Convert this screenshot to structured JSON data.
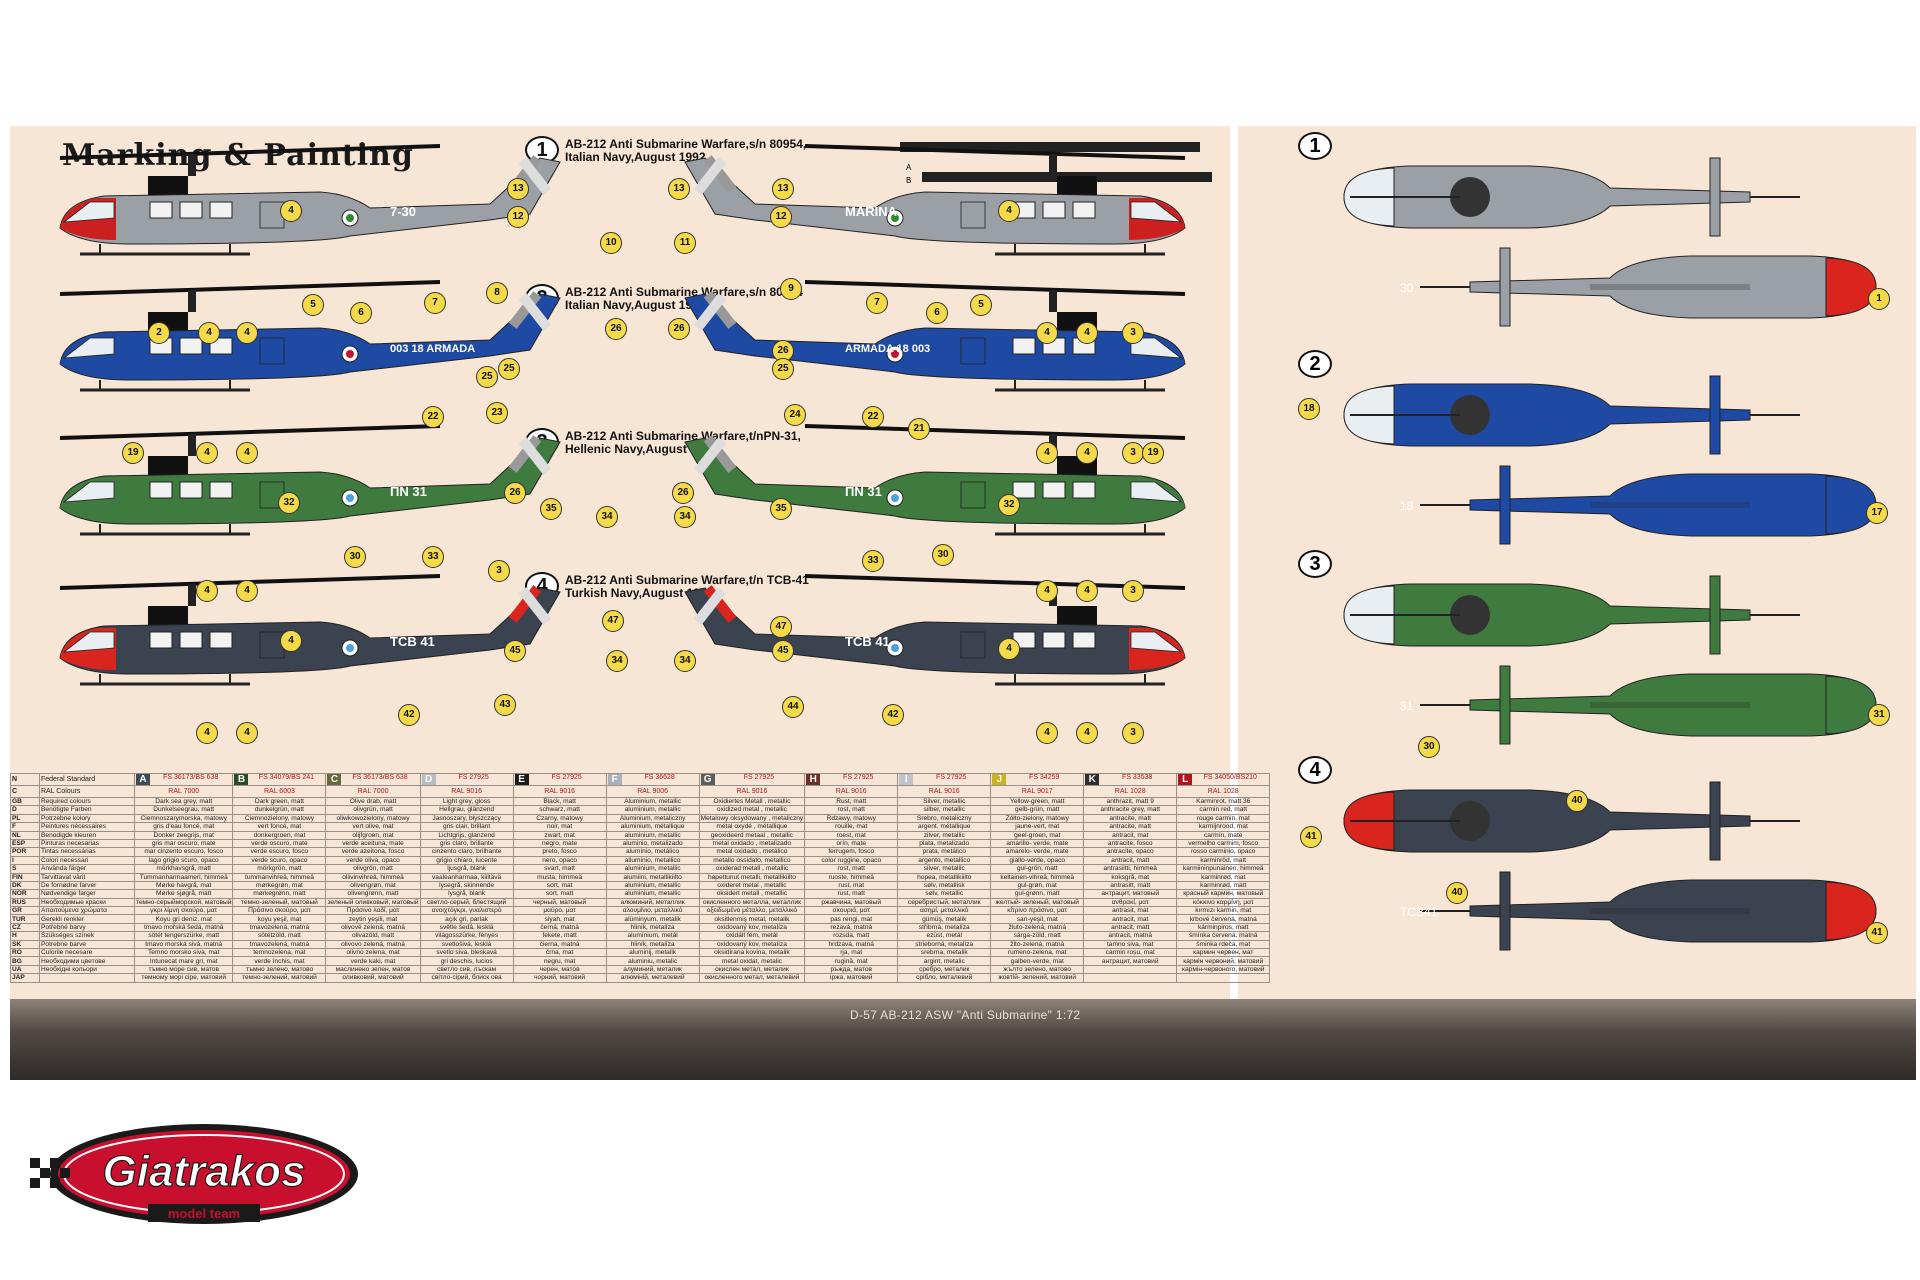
{
  "title": "Marking & Painting",
  "variants": [
    {
      "num": "1",
      "line1": "AB-212 Anti Submarine Warfare,s/n 80954,",
      "line2": "Italian Navy,August 1992",
      "color": "#9aa0a6",
      "nose": "#cc1f1f",
      "code": "7-30",
      "word": "MARINA"
    },
    {
      "num": "2",
      "line1": "AB-212 Anti Submarine Warfare,s/n 80954",
      "line2": "Italian Navy,August 1992",
      "color": "#1e4aa4",
      "nose": "#1e4aa4",
      "code": "003 18 ARMADA",
      "word": "ARMADA 18 003"
    },
    {
      "num": "3",
      "line1": "AB-212 Anti Submarine Warfare,t/nPN-31,",
      "line2": "Hellenic Navy,August 1992",
      "color": "#3f7a3e",
      "nose": "#3f7a3e",
      "code": "ΠN 31",
      "word": "ΠN 31"
    },
    {
      "num": "4",
      "line1": "AB-212 Anti Submarine Warfare,t/n TCB-41",
      "line2": "Turkish Navy,August 1992",
      "color": "#3b4350",
      "nose": "#d9251d",
      "code": "TCB 41",
      "word": "TCB 41"
    }
  ],
  "plan_numbers": [
    "1",
    "2",
    "3",
    "4"
  ],
  "plan_codes": [
    "30",
    "18",
    "31",
    "TCB41"
  ],
  "markers": {
    "v1_left": [
      "4",
      "13",
      "12",
      "10",
      "5",
      "6",
      "7",
      "8",
      "2",
      "4",
      "4"
    ],
    "v1_right": [
      "13",
      "13",
      "12",
      "11",
      "4",
      "9",
      "7",
      "6",
      "5",
      "4",
      "4",
      "3"
    ],
    "v2_left": [
      "26",
      "25",
      "25",
      "22",
      "23",
      "19",
      "4",
      "4"
    ],
    "v2_right": [
      "26",
      "26",
      "25",
      "24",
      "22",
      "21",
      "4",
      "4",
      "3",
      "19"
    ],
    "v3_left": [
      "32",
      "26",
      "35",
      "34",
      "30",
      "33",
      "3",
      "4",
      "4"
    ],
    "v3_right": [
      "32",
      "26",
      "35",
      "34",
      "33",
      "30",
      "4",
      "4",
      "3"
    ],
    "v4_left": [
      "4",
      "47",
      "45",
      "34",
      "42",
      "43",
      "4",
      "4"
    ],
    "v4_right": [
      "4",
      "47",
      "45",
      "34",
      "44",
      "42",
      "4",
      "4",
      "3"
    ],
    "plan": [
      "1",
      "18",
      "17",
      "31",
      "30",
      "40",
      "41",
      "40",
      "41"
    ]
  },
  "footer_caption": "D-57 AB-212 ASW \"Anti Submarine\" 1:72",
  "logo": {
    "brand": "Giatrakos",
    "sub": "model team"
  },
  "colour_table": {
    "letters": [
      {
        "l": "A",
        "bg": "#3f4a57",
        "fs": "FS 36173/BS 638",
        "ral": "RAL 7000"
      },
      {
        "l": "B",
        "bg": "#2a4b2b",
        "fs": "FS 34079/BS 241",
        "ral": "RAL 6003"
      },
      {
        "l": "C",
        "bg": "#67683b",
        "fs": "FS 36173/BS 638",
        "ral": "RAL 7000"
      },
      {
        "l": "D",
        "bg": "#b7bcc2",
        "fs": "FS 27925",
        "ral": "RAL 9016"
      },
      {
        "l": "E",
        "bg": "#1a1a1a",
        "fs": "FS 27925",
        "ral": "RAL 9016"
      },
      {
        "l": "F",
        "bg": "#a9b0b6",
        "fs": "FS 36628",
        "ral": "RAL 9006"
      },
      {
        "l": "G",
        "bg": "#5a5c5e",
        "fs": "FS 27925",
        "ral": "RAL 9016"
      },
      {
        "l": "H",
        "bg": "#6b2f2a",
        "fs": "FS 27925",
        "ral": "RAL 9016"
      },
      {
        "l": "I",
        "bg": "#c0c4c8",
        "fs": "FS 27925",
        "ral": "RAL 9016"
      },
      {
        "l": "J",
        "bg": "#c9b324",
        "fs": "FS 34259",
        "ral": "RAL 9017"
      },
      {
        "l": "K",
        "bg": "#2d2d2d",
        "fs": "FS 33538",
        "ral": "RAL 1028"
      },
      {
        "l": "L",
        "bg": "#b3141c",
        "fs": "FS 34050/BS210",
        "ral": "RAL 1028"
      }
    ],
    "header_lang": [
      "N",
      "C"
    ],
    "header_req": [
      "Federal Standard",
      "RAL Colours"
    ],
    "rows": [
      [
        "GB",
        "Required colours",
        "Dark sea grey, matt",
        "Dark green, matt",
        "Olive drab, matt",
        "Light grey, gloss",
        "Black, matt",
        "Aluminium, metallic",
        "Oxidiertes Metall , metallic",
        "Rust, matt",
        "Silver, metallic",
        "Yellow-green, matt",
        "anthrazit, matt 9",
        "Karminrot, matt 36"
      ],
      [
        "D",
        "Benötigte Farben",
        "Dunkelseegrau, matt",
        "dunkelgrün, matt",
        "olivgrün, matt",
        "Hellgrau, glänzend",
        "schwarz, matt",
        "aluminium, metallic",
        "oxidized metal , metallic",
        "rost, matt",
        "silber, metallic",
        "gelb-grün, matt",
        "anthracite grey, matt",
        "carmin red, matt"
      ],
      [
        "PL",
        "Potrzebne kolory",
        "Ciemnoszarymorska, matowy",
        "Ciemnozielony, matowy",
        "oliwkowozielony, matowy",
        "Jasnoszary, błyszczący",
        "Czarny, matowy",
        "Aluminium, metaliczny",
        "Metalowy oksydowany , metaliczny",
        "Rdzawy, matowy",
        "Srebro, metaliczny",
        "Żółto-zielony, matowy",
        "antracite, matt",
        "rouge carmin, mat"
      ],
      [
        "F",
        "Peintures nécessaires",
        "gris d'eau foncé, mat",
        "vert foncé, mat",
        "vert olive, mat",
        "gris clair, brillant",
        "noir, mat",
        "aluminium, métallique",
        "métal oxydé , métallique",
        "rouille, mat",
        "argent, métallique",
        "jaune-vert, mat",
        "antracite, matt",
        "karmijnrood, mat"
      ],
      [
        "NL",
        "Benodigde kleuren",
        "Donker zeegrijs, mat",
        "donkergroen, mat",
        "olijfgroen, mat",
        "Lichtgrijs, glanzend",
        "zwart, mat",
        "aluminium, metallic",
        "geoxideerd metaal , metallic",
        "roest, mat",
        "zilver, metallic",
        "geel-groen, mat",
        "antracit, mat",
        "carmín, mate"
      ],
      [
        "ESP",
        "Pinturas necesarias",
        "gris mar oscuro, mate",
        "verde oscuro, mate",
        "verde aceituna, mate",
        "gris claro, brillante",
        "negro, mate",
        "aluminio, metalizado",
        "metal oxidado , metalizado",
        "orín, mate",
        "plata, metalizado",
        "amarillo- verde, mate",
        "antracite, fosco",
        "vermelho carmim, fosco"
      ],
      [
        "POR",
        "Tintas necessárias",
        "mar cinzento escuro, fosco",
        "verde escuro, fosco",
        "verde azeitona, fosco",
        "cinzento claro, brilhante",
        "preto, fosco",
        "alumínio, metálico",
        "metal oxidado , metálico",
        "ferrugem, fosco",
        "prata, metálico",
        "amarelo- verde, mate",
        "antracite, opaco",
        "rosso carminio, opaco"
      ],
      [
        "I",
        "Colori necessari",
        "lago grigio scuro, opaco",
        "verde scuro, opaco",
        "verde oliva, opaco",
        "grigio chiaro, lucente",
        "nero, opaco",
        "alluminio, metallico",
        "metallo ossidato, metallico",
        "color ruggine, opaco",
        "argento, metallico",
        "giallo-verde, opaco",
        "antracit, matt",
        "karminröd, matt"
      ],
      [
        "S",
        "Använda färger",
        "mörkhavsgrå, matt",
        "mörkgrön, matt",
        "olivgrön, matt",
        "ljusgrå, blank",
        "svart, matt",
        "aluminium, metallic",
        "oxiderad metall , metallic",
        "rost, matt",
        "silver, metallic",
        "gul-grön, matt",
        "antrasiitti, himmeä",
        "karmiininpunainen, himmeä"
      ],
      [
        "FIN",
        "Tarvittavat värit",
        "Tummanharmaameri, himmeä",
        "tummanvihreä, himmeä",
        "oliivinvihreä, himmeä",
        "vaaleanharmaa, kiiltävä",
        "musta, himmeä",
        "alumiini, metallikiilto",
        "hapettunut metalli, metallikiilto",
        "ruoste, himmeä",
        "hopea, metallikiilto",
        "keltainen-vihreä, himmeä",
        "koksgrå, mat",
        "karminrød, mat"
      ],
      [
        "DK",
        "De fornødne farver",
        "Mørke havgrå, mat",
        "mørkegrøn, mat",
        "olivengrøn, mat",
        "lysegrå, skinnende",
        "sort, mat",
        "aluminium, metallic",
        "oxideret metal , metallic",
        "rust, mat",
        "sølv, metallisk",
        "gul-grøn, mat",
        "antrasitt, matt",
        "karminrød, matt"
      ],
      [
        "NOR",
        "Nødvendige farger",
        "Mørke sjøgrå, matt",
        "mørkegrønn, matt",
        "olivengrønn, matt",
        "lysgrå, blank",
        "sort, matt",
        "aluminium, metallic",
        "oksidert metall , metallic",
        "rust, matt",
        "sølv, metallic",
        "gul-grønn, matt",
        "антрацит, матовый",
        "красный кармин, матовый"
      ],
      [
        "RUS",
        "Необходимые краски",
        "темно-серыйморской, матовый",
        "темно-зеленый, матовый",
        "зеленый оливковый, матовый",
        "светло-серый, блестящий",
        "черный, матовый",
        "алюминий, металлик",
        "окисленного металла, металлик",
        "ржавчина, матовый",
        "серебристый, металлик",
        "желтый- зеленый, матовый",
        "ανθρακί, ματ",
        "κόκκινο καρμίνη, ματ"
      ],
      [
        "GR",
        "Απαιτούμενα χρώματα",
        "γκρι λίμνη σκούρο, ματ",
        "Πράσινο σκούρο, ματ",
        "Πράσινο λαδί, ματ",
        "ανοιχτόγκρι, γυαλιστερό",
        "μαύρο, ματ",
        "αλουμίνιο, μεταλλικό",
        "οξειδωμένο μέταλλο, μεταλλικό",
        "σκουριά, ματ",
        "ασημί, μεταλλικό",
        "κίτρινο πράσινο, ματ",
        "antrasit, mat",
        "kırmızı karmin, mat"
      ],
      [
        "TUR",
        "Gerekli renkler",
        "Koyu gri deniz, mat",
        "koyu yeşil, mat",
        "zeytin yeşili, mat",
        "açık gri, parlak",
        "siyah, mat",
        "alüminyum, metalik",
        "oksitlenmiş metal, metalik",
        "pas rengi, mat",
        "gümüş, metalik",
        "sarı-yeşil, mat",
        "antracit, mat",
        "krbové červená, matná"
      ],
      [
        "CZ",
        "Potřebné barvy",
        "tmavo mořská šedá, matná",
        "tmavozelená, matná",
        "olivově zelená, matná",
        "světle šedá, lesklá",
        "černá, matná",
        "hliník, metalíza",
        "oxidovaný kov, metalíza",
        "rezavá, matná",
        "stříbrná, metalíza",
        "žluto-zelená, matná",
        "antracit, matt",
        "kárminpiros, matt"
      ],
      [
        "H",
        "Szükséges színek",
        "sötét tengerszürke, matt",
        "sötétzöld, matt",
        "olivazöld, matt",
        "világosszürke, fényes",
        "fekete, matt",
        "alumínium, metál",
        "oxidált fém, metál",
        "rozsda, matt",
        "ezüst, metál",
        "sárga-zöld, matt",
        "antracit, matná",
        "šmínka červená, matná"
      ],
      [
        "SK",
        "Potrebne barve",
        "tmavo morská sivá, matná",
        "tmavozelená, matná",
        "olivovo zelená, matná",
        "svetlošivá, lesklá",
        "čierna, matná",
        "hliník, metalíza",
        "oxidovaný kov, metalíza",
        "hrdzavá, matná",
        "strieborná, metalíza",
        "žlto-zelená, matná",
        "tamno siva, mat",
        "šminka rdeča, mat"
      ],
      [
        "RO",
        "Culorile necesare",
        "Temno morsko siva, mat",
        "temnozelena, mat",
        "olivno zelena, mat",
        "svetlo siva, bleskavá",
        "črna, mat",
        "aluminij, metalik",
        "oksidirana kovina, metalik",
        "rja, mat",
        "srebrna, metalik",
        "rumeno-zelena, mat",
        "carmin roșu, mat",
        "кармин червен, мат"
      ],
      [
        "BG",
        "Необходими цветове",
        "Intunecat mare gri, mat",
        "verde închis, mat",
        "verde kaki, mat",
        "gri deschis, lucios",
        "negru, mat",
        "aluminiu, metalic",
        "metal oxidat, metalic",
        "rugină, mat",
        "argint, metalic",
        "galben-verde, mat",
        "антрацит, матовий",
        "кармін червоний, матовий"
      ],
      [
        "UA",
        "Необхідні кольори",
        "тъмно морe сив, матов",
        "тъмно зелено, матово",
        "маслинено зелен, матов",
        "светло сив, лъскам",
        "черен, матов",
        "алуминий, металик",
        "окислен метал, металик",
        "ръжда, матов",
        "сребро, металик",
        "жълто зелено, матово",
        "",
        "кармін-червоного, матовий"
      ],
      [
        "JAP",
        "",
        "темному морі сіре, матовий",
        "темно-зелений, матовий",
        "оливковий, матовий",
        "світло-сірий, блиск ова",
        "чорний, матовий",
        "алюміній, металевий",
        "окисленного метал, металевий",
        "іржа, матовий",
        "срібло, металевий",
        "жовтій- зелений, матовий",
        "",
        ""
      ]
    ]
  }
}
